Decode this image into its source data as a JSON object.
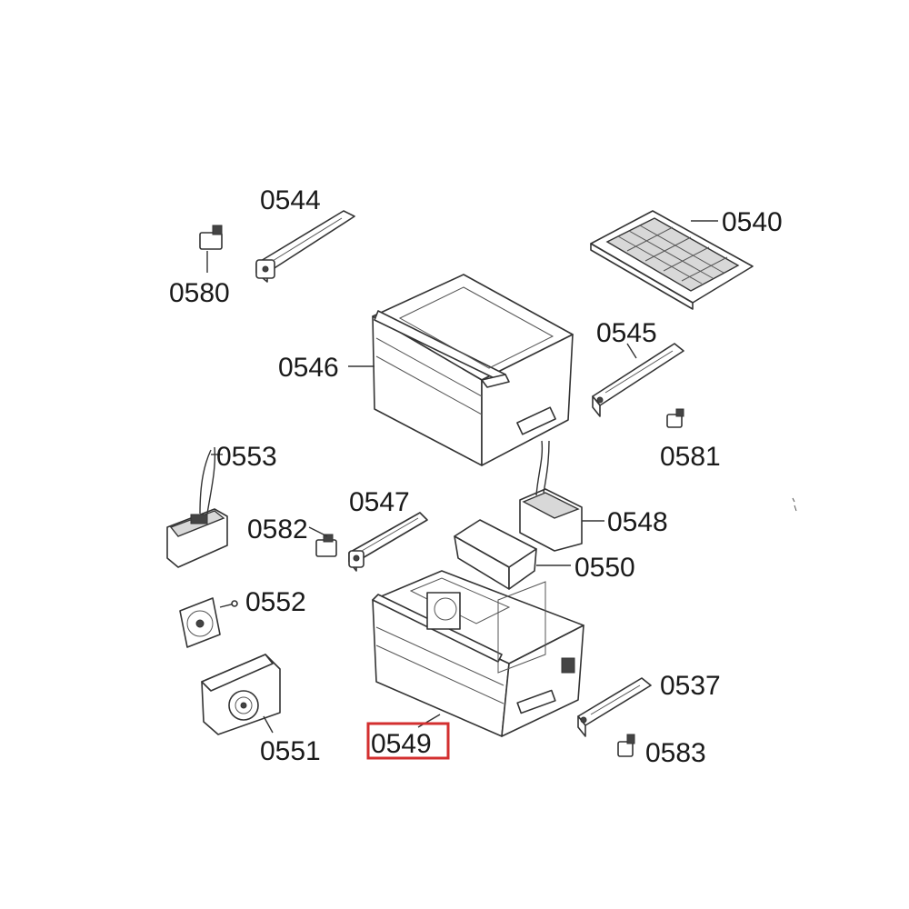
{
  "diagram": {
    "parts": [
      {
        "id": "p0540",
        "label": "0540"
      },
      {
        "id": "p0544",
        "label": "0544"
      },
      {
        "id": "p0580",
        "label": "0580"
      },
      {
        "id": "p0546",
        "label": "0546"
      },
      {
        "id": "p0545",
        "label": "0545"
      },
      {
        "id": "p0581",
        "label": "0581"
      },
      {
        "id": "p0553",
        "label": "0553"
      },
      {
        "id": "p0547",
        "label": "0547"
      },
      {
        "id": "p0548",
        "label": "0548"
      },
      {
        "id": "p0582",
        "label": "0582"
      },
      {
        "id": "p0550",
        "label": "0550"
      },
      {
        "id": "p0552",
        "label": "0552"
      },
      {
        "id": "p0537",
        "label": "0537"
      },
      {
        "id": "p0551",
        "label": "0551"
      },
      {
        "id": "p0549",
        "label": "0549"
      },
      {
        "id": "p0583",
        "label": "0583"
      }
    ],
    "highlighted_part": "0549",
    "highlight_color": "#d32f2f"
  }
}
